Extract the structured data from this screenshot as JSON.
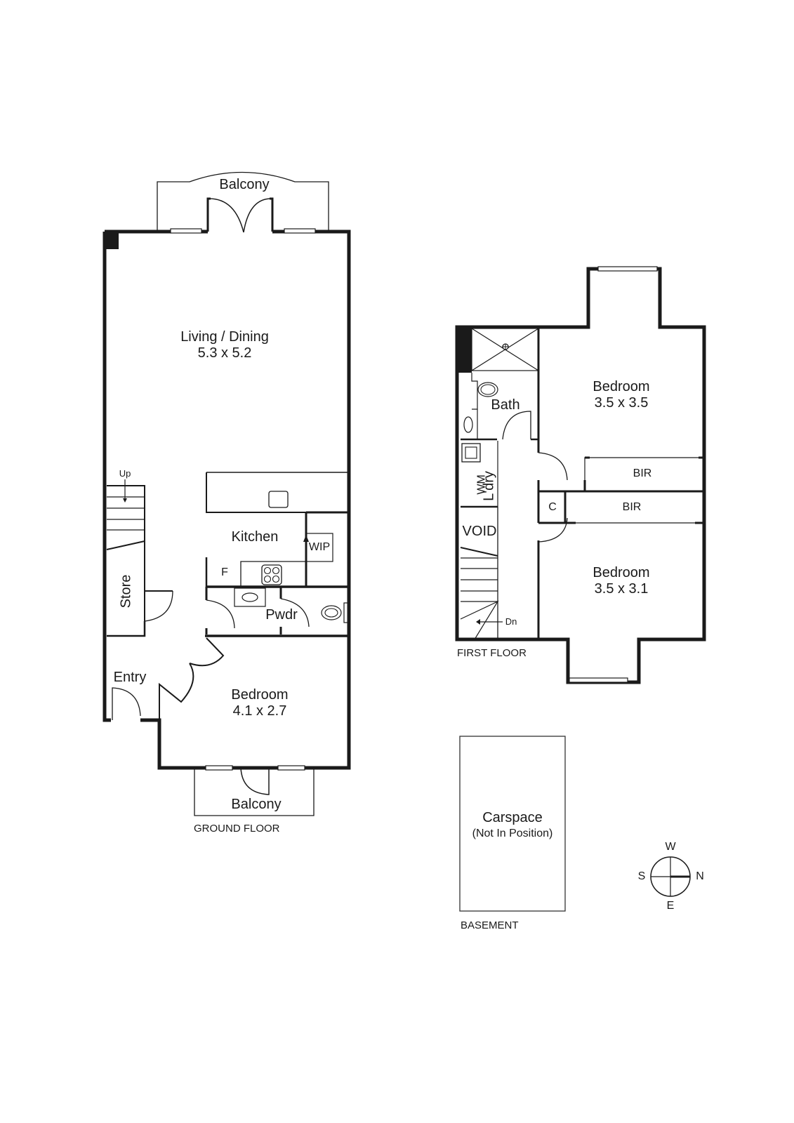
{
  "plan": {
    "wall_color": "#1a1a1a",
    "thin_color": "#333333",
    "ground_floor": {
      "label": "GROUND FLOOR",
      "rooms": {
        "balcony_top": {
          "name": "Balcony"
        },
        "living_dining": {
          "name": "Living / Dining",
          "dims": "5.3 x 5.2"
        },
        "kitchen": {
          "name": "Kitchen"
        },
        "wip": {
          "name": "WIP"
        },
        "fridge": {
          "name": "F"
        },
        "pwdr": {
          "name": "Pwdr"
        },
        "store": {
          "name": "Store"
        },
        "entry": {
          "name": "Entry"
        },
        "bedroom": {
          "name": "Bedroom",
          "dims": "4.1 x 2.7"
        },
        "balcony_bottom": {
          "name": "Balcony"
        }
      },
      "stairs_label": "Up"
    },
    "first_floor": {
      "label": "FIRST FLOOR",
      "rooms": {
        "bath": {
          "name": "Bath"
        },
        "laundry": {
          "name": "L'dry"
        },
        "wm": {
          "name": "WM"
        },
        "void": {
          "name": "VOID"
        },
        "bedroom_1": {
          "name": "Bedroom",
          "dims": "3.5 x 3.5"
        },
        "bir_1": {
          "name": "BIR"
        },
        "cupboard": {
          "name": "C"
        },
        "bir_2": {
          "name": "BIR"
        },
        "bedroom_2": {
          "name": "Bedroom",
          "dims": "3.5 x 3.1"
        }
      },
      "stairs_label": "Dn"
    },
    "basement": {
      "label": "BASEMENT",
      "carspace": {
        "name": "Carspace",
        "note": "(Not In Position)"
      }
    },
    "compass": {
      "north": "N",
      "south": "S",
      "east": "E",
      "west": "W"
    }
  }
}
